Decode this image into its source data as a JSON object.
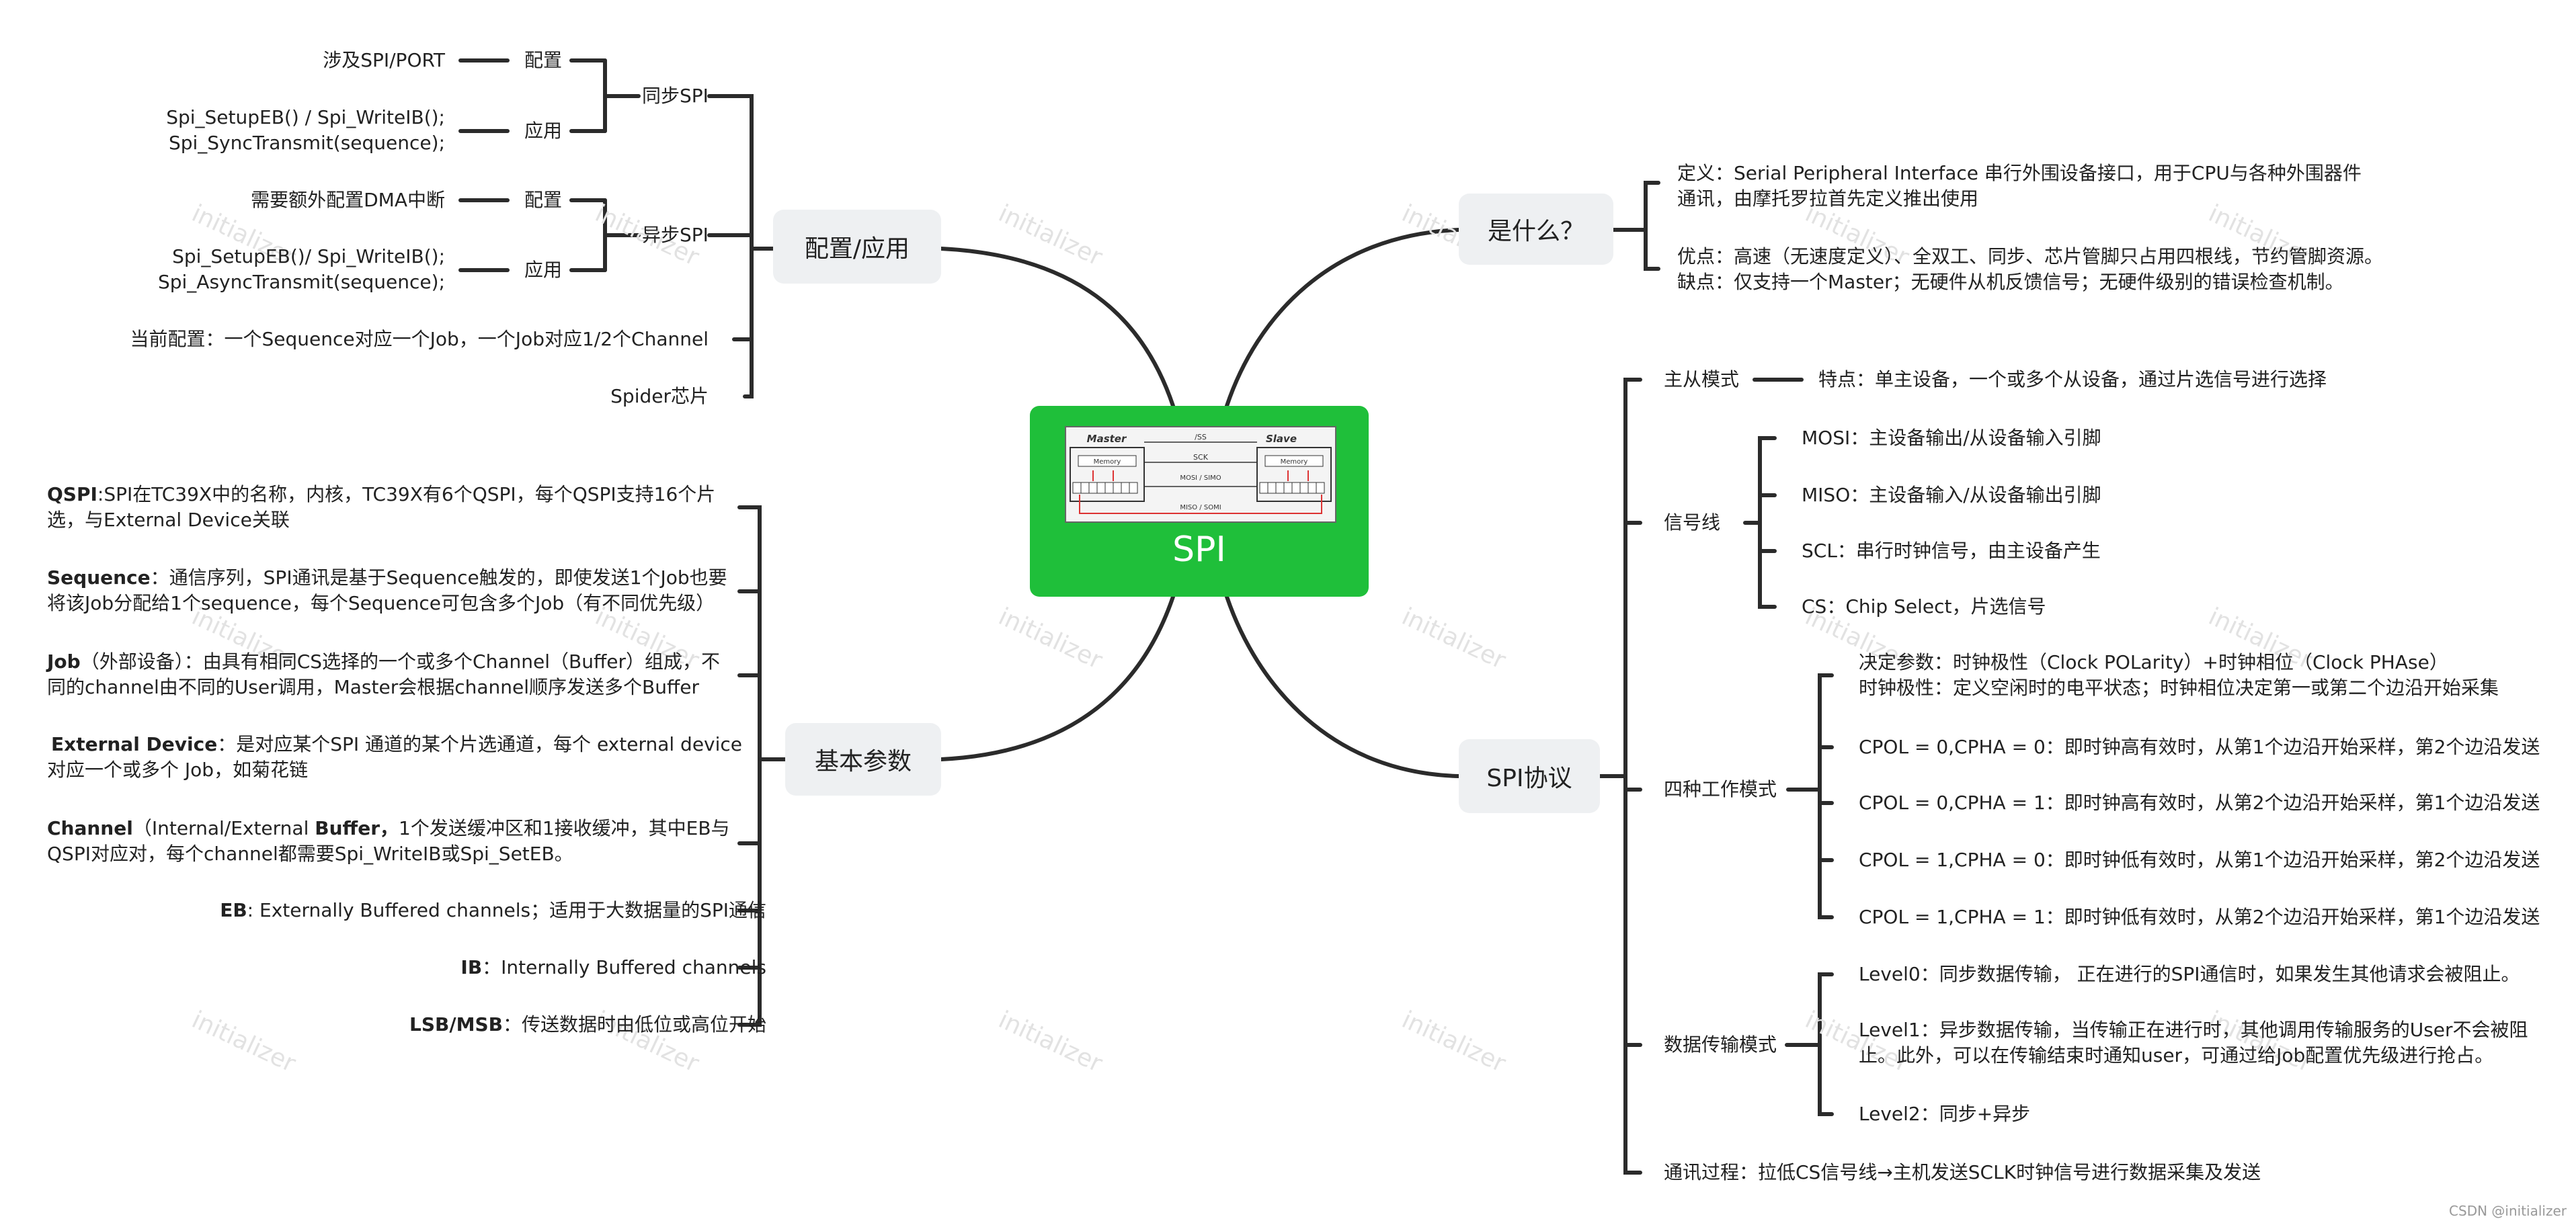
{
  "center": {
    "title": "SPI"
  },
  "diagram_labels": {
    "ss": "/SS",
    "sck": "SCK",
    "mosi": "MOSI / SIMO",
    "miso": "MISO / SOMI",
    "master": "Master",
    "slave": "Slave",
    "memory": "Memory"
  },
  "branches": {
    "config": "配置/应用",
    "basic": "基本参数",
    "what": "是什么？",
    "protocol": "SPI协议"
  },
  "config": {
    "sync": "同步SPI",
    "async": "异步SPI",
    "cfg1": "配置",
    "app1": "应用",
    "cfg2": "配置",
    "app2": "应用",
    "leaf_port": "涉及SPI/PORT",
    "leaf_app1_l1": "Spi_SetupEB() / Spi_WriteIB();",
    "leaf_app1_l2": "Spi_SyncTransmit(sequence);",
    "leaf_dma": "需要额外配置DMA中断",
    "leaf_app2_l1": "Spi_SetupEB()/ Spi_WriteIB();",
    "leaf_app2_l2": "Spi_AsyncTransmit(sequence);",
    "current": "当前配置：一个Sequence对应一个Job，一个Job对应1/2个Channel",
    "spider": "Spider芯片"
  },
  "basic": {
    "qspi_b": "QSPI",
    "qspi_l1": ":SPI在TC39X中的名称，内核，TC39X有6个QSPI，每个QSPI支持16个片",
    "qspi_l2": "选，与External Device关联",
    "seq_b": "Sequence",
    "seq_l1": "：通信序列，SPI通讯是基于Sequence触发的，即使发送1个Job也要",
    "seq_l2": "将该Job分配给1个sequence，每个Sequence可包含多个Job（有不同优先级）",
    "job_b": "Job",
    "job_l1": "（外部设备）：由具有相同CS选择的一个或多个Channel（Buffer）组成，不",
    "job_l2": "同的channel由不同的User调用，Master会根据channel顺序发送多个Buffer",
    "ext_b": "External Device",
    "ext_l1": "：是对应某个SPI 通道的某个片选通道，每个 external device",
    "ext_l2": "对应一个或多个 Job，如菊花链",
    "ch_b": "Channel",
    "ch_l1a": "（Internal/External ",
    "ch_l1b": "Buffer，",
    "ch_l1c": "1个发送缓冲区和1接收缓冲，其中EB与",
    "ch_l2": "QSPI对应对，每个channel都需要Spi_WriteIB或Spi_SetEB。",
    "eb_b": "EB",
    "eb_t": ": Externally Buffered channels；适用于大数据量的SPI通信",
    "ib_b": "IB",
    "ib_t": "：Internally Buffered channels",
    "lsb_b": "LSB/MSB",
    "lsb_t": "：传送数据时由低位或高位开始"
  },
  "what": {
    "def_l1": "定义：Serial Peripheral Interface  串行外围设备接口，用于CPU与各种外围器件",
    "def_l2": "通讯，由摩托罗拉首先定义推出使用",
    "adv": "优点：高速（无速度定义）、全双工、同步、芯片管脚只占用四根线，节约管脚资源。",
    "dis": "缺点：仅支持一个Master；无硬件从机反馈信号；无硬件级别的错误检查机制。"
  },
  "protocol": {
    "ms": "主从模式",
    "ms_leaf": "特点：单主设备，一个或多个从设备，通过片选信号进行选择",
    "sig": "信号线",
    "mosi": "MOSI：主设备输出/从设备输入引脚",
    "miso": "MISO：主设备输入/从设备输出引脚",
    "scl": "SCL：串行时钟信号，由主设备产生",
    "cs": "CS：Chip Select，片选信号",
    "modes": "四种工作模式",
    "modes_l1": "决定参数：时钟极性（Clock POLarity）+时钟相位（Clock PHAse）",
    "modes_l2": "时钟极性：定义空闲时的电平状态；时钟相位决定第一或第二个边沿开始采集",
    "m00": "CPOL = 0,CPHA = 0：即时钟高有效时，从第1个边沿开始采样，第2个边沿发送",
    "m01": "CPOL = 0,CPHA = 1：即时钟高有效时，从第2个边沿开始采样，第1个边沿发送",
    "m10": "CPOL = 1,CPHA = 0：即时钟低有效时，从第1个边沿开始采样，第2个边沿发送",
    "m11": "CPOL = 1,CPHA = 1：即时钟低有效时，从第2个边沿开始采样，第1个边沿发送",
    "dtm": "数据传输模式",
    "l0": "Level0：同步数据传输， 正在进行的SPI通信时，如果发生其他请求会被阻止。",
    "l1_l1": "Level1：异步数据传输，当传输正在进行时，其他调用传输服务的User不会被阻",
    "l1_l2": "止。此外，可以在传输结束时通知user，可通过给Job配置优先级进行抢占。",
    "l2": "Level2：同步+异步",
    "comm": "通讯过程：拉低CS信号线→主机发送SCLK时钟信号进行数据采集及发送"
  },
  "watermark": "initializer",
  "credit": "CSDN @initializer"
}
